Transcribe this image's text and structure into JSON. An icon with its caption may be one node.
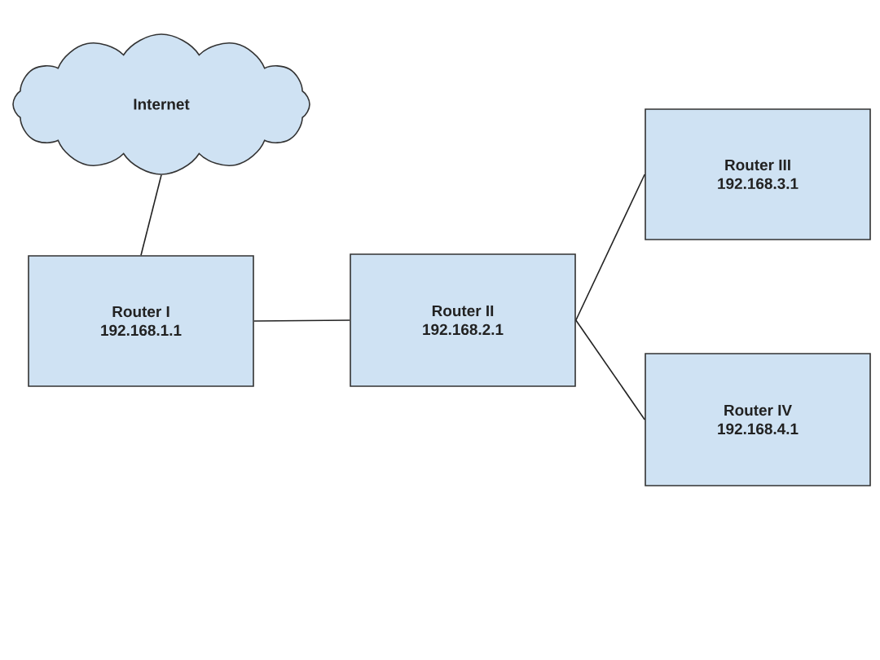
{
  "diagram": {
    "nodes": [
      {
        "text": [
          "Internet"
        ]
      },
      {
        "text": [
          "Router I",
          "192.168.1.1"
        ]
      },
      {
        "text": [
          "Router II",
          "192.168.2.1"
        ]
      },
      {
        "text": [
          "Router III",
          "192.168.3.1"
        ]
      },
      {
        "text": [
          "Router IV",
          "192.168.4.1"
        ]
      }
    ],
    "edges": [
      {
        "from": 0,
        "to": 1,
        "arrow": "none"
      },
      {
        "from": 1,
        "to": 2,
        "arrow": "none"
      },
      {
        "from": 2,
        "to": 3,
        "arrow": "none"
      },
      {
        "from": 2,
        "to": 4,
        "arrow": "none"
      }
    ]
  }
}
